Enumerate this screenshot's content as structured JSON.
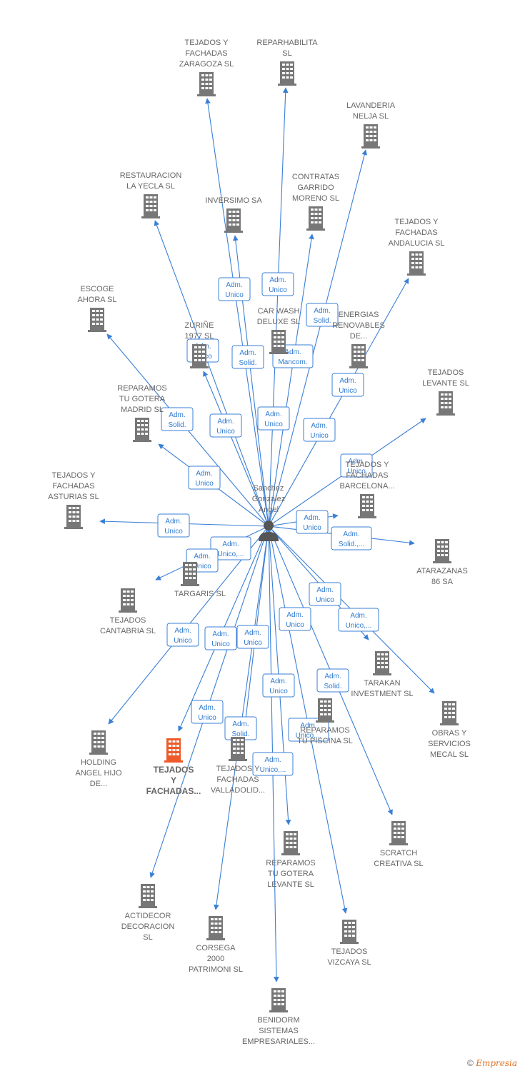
{
  "colors": {
    "edge": "#3a7fd6",
    "building": "#777777",
    "highlight": "#ee5a2a",
    "text": "#666666"
  },
  "center": {
    "name_lines": [
      "Sanchez",
      "Gonzalez",
      "Angel"
    ],
    "icon": "person-icon"
  },
  "companies": [
    {
      "id": "tejados-zaragoza",
      "lines": [
        "TEJADOS Y",
        "FACHADAS",
        "ZARAGOZA  SL"
      ]
    },
    {
      "id": "reparhabilita",
      "lines": [
        "REPARHABILITA",
        "SL"
      ]
    },
    {
      "id": "lavanderia-nelja",
      "lines": [
        "LAVANDERIA",
        "NELJA  SL"
      ]
    },
    {
      "id": "restauracion-yecla",
      "lines": [
        "RESTAURACION",
        "LA YECLA  SL"
      ]
    },
    {
      "id": "contratas-garrido",
      "lines": [
        "CONTRATAS",
        "GARRIDO",
        "MORENO SL"
      ]
    },
    {
      "id": "inversimo",
      "lines": [
        "INVERSIMO SA"
      ]
    },
    {
      "id": "tejados-andalucia",
      "lines": [
        "TEJADOS Y",
        "FACHADAS",
        "ANDALUCIA  SL"
      ]
    },
    {
      "id": "escoge-ahora",
      "lines": [
        "ESCOGE",
        "AHORA  SL"
      ]
    },
    {
      "id": "car-wash",
      "lines": [
        "CAR WASH",
        "DELUXE SL"
      ]
    },
    {
      "id": "energias",
      "lines": [
        "ENERGIAS",
        "RENOVABLES",
        "DE..."
      ]
    },
    {
      "id": "zurine",
      "lines": [
        "ZURIÑE",
        "1977  SL"
      ]
    },
    {
      "id": "tejados-levante",
      "lines": [
        "TEJADOS",
        "LEVANTE  SL"
      ]
    },
    {
      "id": "reparamos-madrid",
      "lines": [
        "REPARAMOS",
        "TU GOTERA",
        "MADRID  SL"
      ]
    },
    {
      "id": "tejados-barcelona",
      "lines": [
        "TEJADOS Y",
        "FACHADAS",
        "BARCELONA..."
      ]
    },
    {
      "id": "tejados-asturias",
      "lines": [
        "TEJADOS Y",
        "FACHADAS",
        "ASTURIAS  SL"
      ]
    },
    {
      "id": "atarazanas",
      "lines": [
        "ATARAZANAS",
        "86 SA"
      ]
    },
    {
      "id": "targaris",
      "lines": [
        "TARGARIS  SL"
      ]
    },
    {
      "id": "tejados-cantabria",
      "lines": [
        "TEJADOS",
        "CANTABRIA  SL"
      ]
    },
    {
      "id": "tarakan",
      "lines": [
        "TARAKAN",
        "INVESTMENT SL"
      ]
    },
    {
      "id": "obras-mecal",
      "lines": [
        "OBRAS Y",
        "SERVICIOS",
        "MECAL SL"
      ]
    },
    {
      "id": "holding-angel",
      "lines": [
        "HOLDING",
        "ANGEL HIJO",
        "DE..."
      ]
    },
    {
      "id": "tejados-highlight",
      "lines": [
        "TEJADOS",
        "Y",
        "FACHADAS..."
      ],
      "highlight": true
    },
    {
      "id": "tejados-valladolid",
      "lines": [
        "TEJADOS Y",
        "FACHADAS",
        "VALLADOLID..."
      ]
    },
    {
      "id": "reparamos-piscina",
      "lines": [
        "REPARAMOS",
        "TU PISCINA  SL"
      ]
    },
    {
      "id": "scratch-creativa",
      "lines": [
        "SCRATCH",
        "CREATIVA SL"
      ]
    },
    {
      "id": "reparamos-levante",
      "lines": [
        "REPARAMOS",
        "TU GOTERA",
        "LEVANTE  SL"
      ]
    },
    {
      "id": "actidecor",
      "lines": [
        "ACTIDECOR",
        "DECORACION",
        "SL"
      ]
    },
    {
      "id": "corsega",
      "lines": [
        "CORSEGA",
        "2000",
        "PATRIMONI  SL"
      ]
    },
    {
      "id": "tejados-vizcaya",
      "lines": [
        "TEJADOS",
        "VIZCAYA  SL"
      ]
    },
    {
      "id": "benidorm",
      "lines": [
        "BENIDORM",
        "SISTEMAS",
        "EMPRESARIALES..."
      ]
    }
  ],
  "roles": [
    {
      "lines": [
        "Adm.",
        "Unico"
      ]
    },
    {
      "lines": [
        "Adm.",
        "Unico"
      ]
    },
    {
      "lines": [
        "Adm.",
        "Solid."
      ]
    },
    {
      "lines": [
        "Adm.",
        "Unico"
      ]
    },
    {
      "lines": [
        "Adm.",
        "Solid."
      ]
    },
    {
      "lines": [
        "Adm.",
        "Mancom."
      ]
    },
    {
      "lines": [
        "Adm.",
        "Unico"
      ]
    },
    {
      "lines": [
        "Adm.",
        "Solid."
      ]
    },
    {
      "lines": [
        "Adm.",
        "Unico"
      ]
    },
    {
      "lines": [
        "Adm.",
        "Unico"
      ]
    },
    {
      "lines": [
        "Adm.",
        "Unico"
      ]
    },
    {
      "lines": [
        "Adm.",
        "Unico"
      ]
    },
    {
      "lines": [
        "Adm.",
        "Unico"
      ]
    },
    {
      "lines": [
        "Adm.",
        "Unico"
      ]
    },
    {
      "lines": [
        "Adm.",
        "Unico"
      ]
    },
    {
      "lines": [
        "Adm.",
        "Solid.,..."
      ]
    },
    {
      "lines": [
        "Adm.",
        "Unico,..."
      ]
    },
    {
      "lines": [
        "Adm.",
        "Unico"
      ]
    },
    {
      "lines": [
        "Adm.",
        "Unico"
      ]
    },
    {
      "lines": [
        "Adm.",
        "Unico"
      ]
    },
    {
      "lines": [
        "Adm.",
        "Unico,..."
      ]
    },
    {
      "lines": [
        "Adm.",
        "Unico"
      ]
    },
    {
      "lines": [
        "Adm.",
        "Unico"
      ]
    },
    {
      "lines": [
        "Adm.",
        "Unico"
      ]
    },
    {
      "lines": [
        "Adm.",
        "Unico"
      ]
    },
    {
      "lines": [
        "Adm.",
        "Solid."
      ]
    },
    {
      "lines": [
        "Adm.",
        "Unico"
      ]
    },
    {
      "lines": [
        "Adm.",
        "Solid."
      ]
    },
    {
      "lines": [
        "Adm.",
        "Unico,..."
      ]
    },
    {
      "lines": [
        "Adm.",
        "Unico,..."
      ]
    }
  ],
  "footer": {
    "copyright": "©",
    "brand": "Empresia"
  }
}
